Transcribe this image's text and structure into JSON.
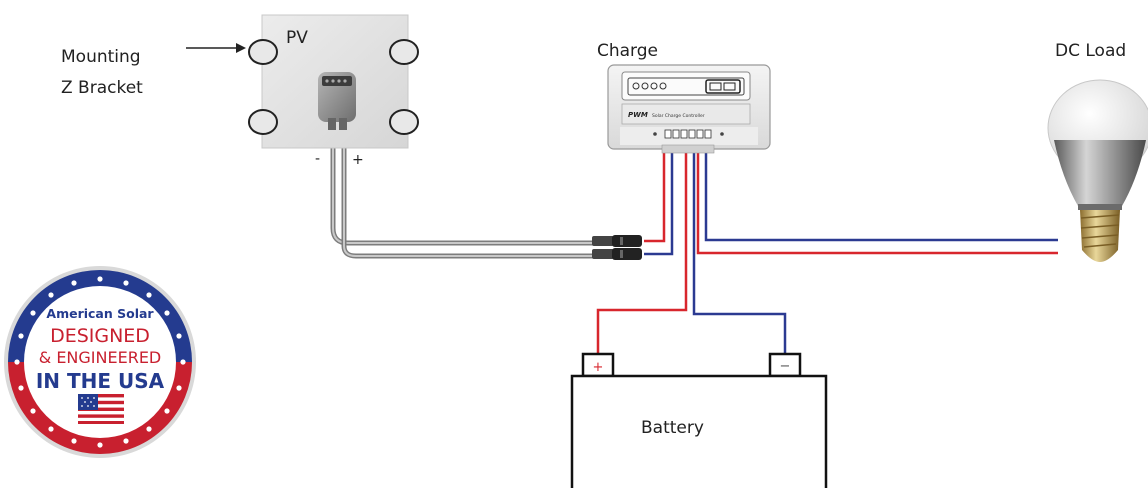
{
  "labels": {
    "mounting_line1": "Mounting",
    "mounting_line2": "Z Bracket",
    "pv": "PV",
    "pv_minus": "-",
    "pv_plus": "+",
    "charge": "Charge",
    "dc_load": "DC Load",
    "battery": "Battery",
    "battery_plus": "+",
    "battery_minus": "−",
    "controller_brand": "PWM",
    "controller_caption": "Solar Charge Controller"
  },
  "badge": {
    "line1": "American Solar",
    "line2": "DESIGNED",
    "line3": "& ENGINEERED",
    "line4": "IN THE USA"
  },
  "colors": {
    "positive_wire": "#d8262d",
    "negative_wire": "#2b3a91",
    "pv_cable": "#9a9a9a",
    "badge_red": "#c8202f",
    "badge_blue": "#243b8f",
    "panel_fill": "#e2e2e2"
  }
}
